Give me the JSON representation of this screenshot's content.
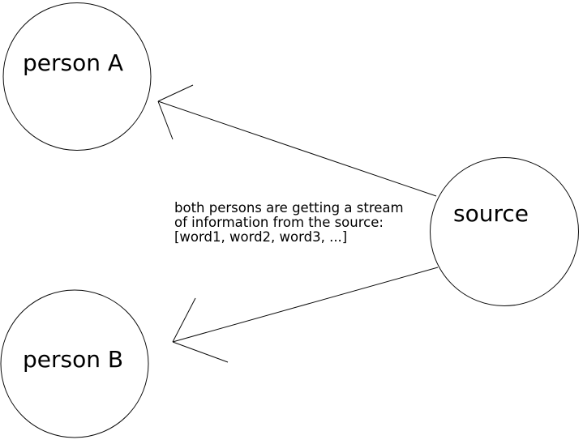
{
  "diagram": {
    "background_color": "#ffffff",
    "stroke_color": "#0a0a0a",
    "text_color": "#000000",
    "nodes": [
      {
        "id": "person-a",
        "label": "person A",
        "shape": "circle"
      },
      {
        "id": "person-b",
        "label": "person B",
        "shape": "circle"
      },
      {
        "id": "source",
        "label": "source",
        "shape": "circle"
      }
    ],
    "arrows": [
      {
        "from": "source",
        "to": "person-a",
        "style": "open-v-arrowhead"
      },
      {
        "from": "source",
        "to": "person-b",
        "style": "open-v-arrowhead"
      }
    ],
    "annotation": {
      "lines": [
        "both persons are getting a stream",
        "of information from the source:",
        "[word1, word2, word3, ...]"
      ]
    }
  }
}
